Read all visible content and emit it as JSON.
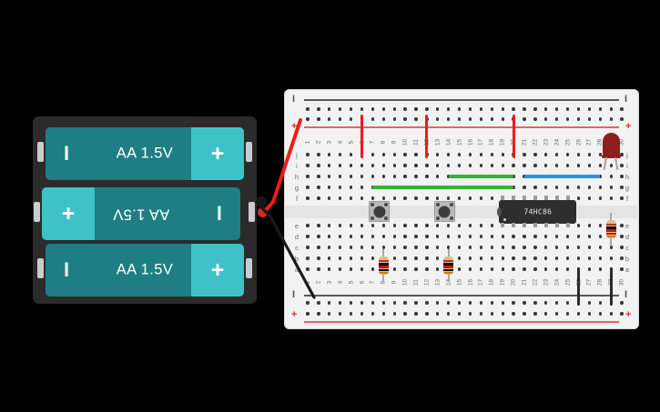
{
  "scene": {
    "title": "Tinkercad Circuits breadboard simulation",
    "background_color": "#000000"
  },
  "battery_pack": {
    "name": "3 x AA battery holder",
    "case_color": "#2b2b2b",
    "cell_body_color": "#1f7d84",
    "terminal_color": "#3ec2c7",
    "cells": [
      {
        "label": "AA 1.5V",
        "voltage": "1.5V",
        "orientation": "normal",
        "plus_side": "right",
        "minus_side": "left",
        "plus_sign": "+",
        "minus_sign": "I"
      },
      {
        "label": "AA 1.5V",
        "voltage": "1.5V",
        "orientation": "flipped",
        "plus_side": "left",
        "minus_side": "right",
        "plus_sign": "+",
        "minus_sign": "I"
      },
      {
        "label": "AA 1.5V",
        "voltage": "1.5V",
        "orientation": "normal",
        "plus_side": "right",
        "minus_side": "left",
        "plus_sign": "+",
        "minus_sign": "I"
      }
    ],
    "leads": [
      {
        "name": "positive-lead",
        "color": "#d92b1c"
      },
      {
        "name": "negative-lead",
        "color": "#171717"
      }
    ]
  },
  "breadboard": {
    "name": "full-size solderless breadboard",
    "body_color": "#f2f2f2",
    "columns": 30,
    "column_numbers": [
      "1",
      "2",
      "3",
      "4",
      "5",
      "6",
      "7",
      "8",
      "9",
      "10",
      "11",
      "12",
      "13",
      "14",
      "15",
      "16",
      "17",
      "18",
      "19",
      "20",
      "21",
      "22",
      "23",
      "24",
      "25",
      "26",
      "27",
      "28",
      "29",
      "30"
    ],
    "row_labels_top": [
      "j",
      "i",
      "h",
      "g",
      "f"
    ],
    "row_labels_bottom": [
      "e",
      "d",
      "c",
      "b",
      "a"
    ],
    "rails": [
      {
        "name": "top-negative-rail",
        "sign": "I",
        "color": "#5a5a5a",
        "position": "top"
      },
      {
        "name": "top-positive-rail",
        "sign": "+",
        "color": "#e06666",
        "position": "top"
      },
      {
        "name": "bottom-negative-rail",
        "sign": "I",
        "color": "#5a5a5a",
        "position": "bottom"
      },
      {
        "name": "bottom-positive-rail",
        "sign": "+",
        "color": "#e06666",
        "position": "bottom"
      }
    ]
  },
  "components": {
    "ic": {
      "name": "quad XOR gate IC",
      "label": "74HC86",
      "package": "DIP-14",
      "body_color": "#2e2e2e"
    },
    "pushbuttons": [
      {
        "name": "pushbutton-1",
        "column": "7",
        "body_color": "#b8b8b8",
        "cap_color": "#3d3d3d"
      },
      {
        "name": "pushbutton-2",
        "column": "13",
        "body_color": "#b8b8b8",
        "cap_color": "#3d3d3d"
      }
    ],
    "resistors": [
      {
        "name": "resistor-1",
        "orientation": "vertical",
        "column": "8",
        "bands": [
          "#b33a1a",
          "#111111",
          "#cc1111",
          "#111111",
          "#b8860b"
        ]
      },
      {
        "name": "resistor-2",
        "orientation": "vertical",
        "column": "14",
        "bands": [
          "#b33a1a",
          "#111111",
          "#cc1111",
          "#111111",
          "#b8860b"
        ]
      },
      {
        "name": "resistor-3",
        "orientation": "vertical",
        "column": "29",
        "bands": [
          "#b33a1a",
          "#111111",
          "#cc1111",
          "#cc1111",
          "#b8860b"
        ]
      }
    ],
    "led": {
      "name": "red LED",
      "color": "#8e1f1f",
      "column": "29",
      "rows": "i / j"
    }
  },
  "wires": [
    {
      "name": "battery-positive-wire",
      "color": "#ee1c14",
      "from": "battery +",
      "to": "top positive rail"
    },
    {
      "name": "battery-negative-wire",
      "color": "#1a1a1a",
      "from": "battery -",
      "to": "bottom negative rail"
    },
    {
      "name": "power-jumper-1",
      "color": "#ee1c14",
      "from": "top + rail",
      "to": "column 6 row j"
    },
    {
      "name": "power-jumper-2",
      "color": "#ee1c14",
      "from": "top + rail",
      "to": "column 12 row j"
    },
    {
      "name": "power-jumper-3",
      "color": "#ee1c14",
      "from": "top + rail",
      "to": "column 20 row j"
    },
    {
      "name": "signal-wire-green-1",
      "color": "#34b234",
      "from": "column 7 row g",
      "to": "column 20 row g"
    },
    {
      "name": "signal-wire-green-2",
      "color": "#34b234",
      "from": "column 14 row h",
      "to": "column 20 row h"
    },
    {
      "name": "signal-wire-blue",
      "color": "#2196e8",
      "from": "column 21 row h",
      "to": "column 28 row h"
    },
    {
      "name": "ground-jumper-1",
      "color": "#2a2a2a",
      "from": "column 26 row a",
      "to": "bottom - rail"
    },
    {
      "name": "ground-jumper-2",
      "color": "#2a2a2a",
      "from": "column 29 row a",
      "to": "bottom - rail"
    }
  ]
}
